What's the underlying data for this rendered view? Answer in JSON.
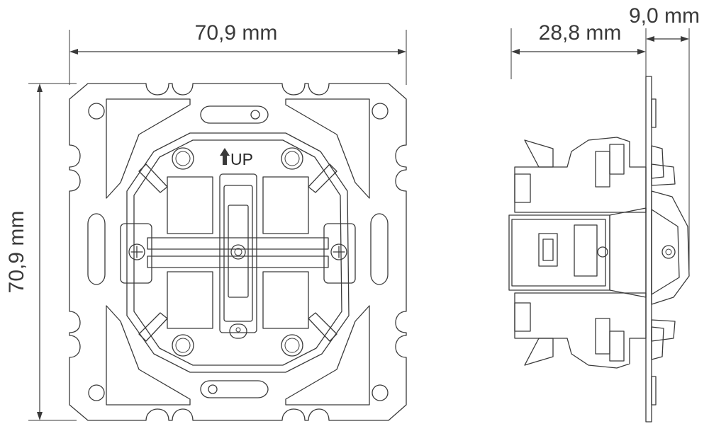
{
  "dimensions": {
    "front_width": "70,9 mm",
    "front_height": "70,9 mm",
    "side_depth": "28,8 mm",
    "side_plate": "9,0 mm"
  },
  "front_view": {
    "marking": "UP"
  },
  "icons": {
    "up_arrow": "up-arrow-icon"
  }
}
